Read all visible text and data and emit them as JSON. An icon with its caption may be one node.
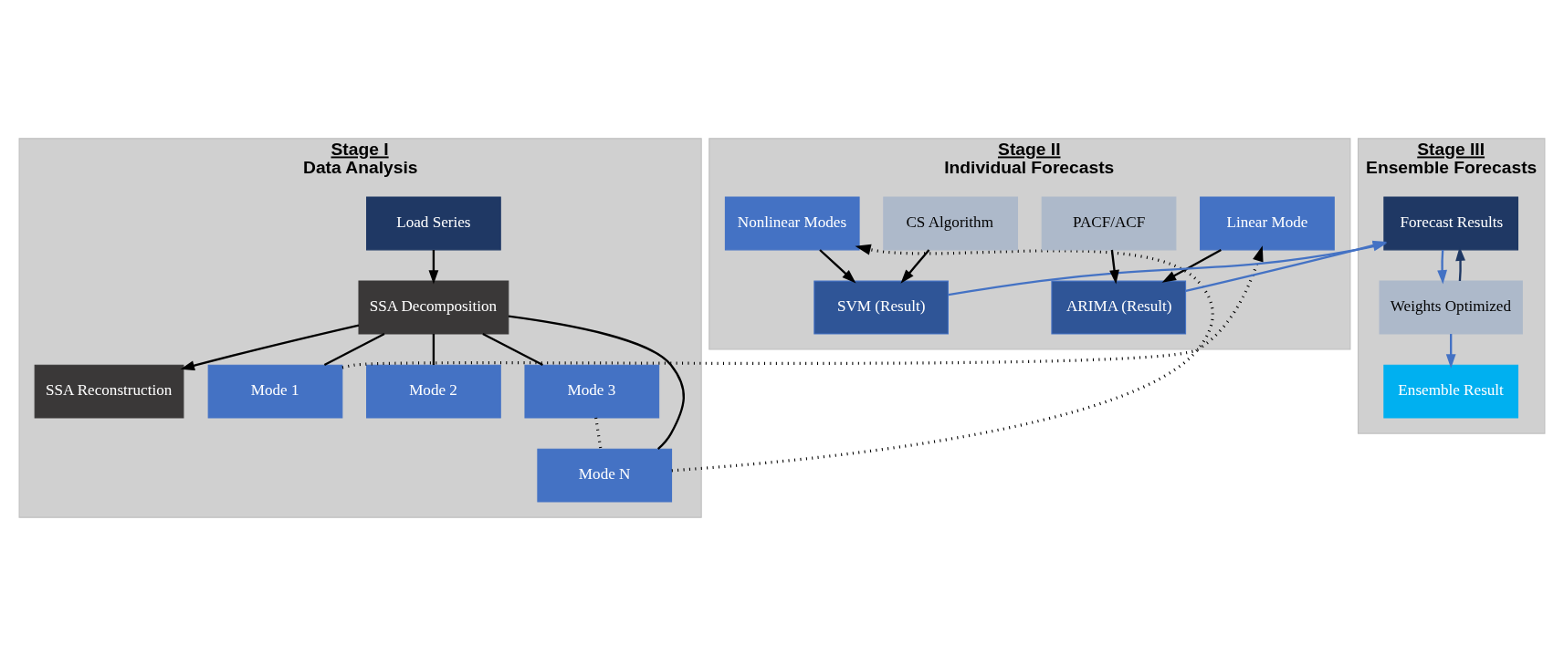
{
  "diagram": {
    "nodes": [
      {
        "text": [
          "Stage I",
          "Data Analysis"
        ]
      },
      {
        "text": [
          "Load Series"
        ],
        "in": 0
      },
      {
        "text": [
          "SSA Decomposition"
        ],
        "in": 0
      },
      {
        "text": [
          "SSA Reconstruction"
        ],
        "in": 0
      },
      {
        "text": [
          "Mode 1"
        ],
        "in": 0
      },
      {
        "text": [
          "Mode 2"
        ],
        "in": 0
      },
      {
        "text": [
          "Mode 3"
        ],
        "in": 0
      },
      {
        "text": [
          "Mode N"
        ],
        "in": 0
      },
      {
        "text": [
          "Stage II",
          "Individual Forecasts"
        ]
      },
      {
        "text": [
          "Linear Mode"
        ],
        "in": 8
      },
      {
        "text": [
          "CS Algorithm"
        ],
        "in": 8
      },
      {
        "text": [
          "ARIMA (Result)"
        ],
        "in": 8
      },
      {
        "text": [
          "SVM (Result)"
        ],
        "in": 8
      },
      {
        "text": [
          "PACF/ACF"
        ],
        "in": 8
      },
      {
        "text": [
          "Nonlinear Modes"
        ],
        "in": 8
      },
      {
        "text": [
          "Stage III",
          "Ensemble Forecasts"
        ]
      },
      {
        "text": [
          "Forecast Results"
        ],
        "in": 15
      },
      {
        "text": [
          "Weights Optimized"
        ],
        "in": 15
      },
      {
        "text": [
          "Ensemble Result"
        ],
        "in": 15
      }
    ],
    "edges": [
      {
        "from": 1,
        "to": 2,
        "arrow": "to"
      },
      {
        "from": 2,
        "to": 3,
        "arrow": "to"
      },
      {
        "from": 2,
        "to": 4,
        "arrow": "none"
      },
      {
        "from": 2,
        "to": 5,
        "arrow": "none"
      },
      {
        "from": 2,
        "to": 6,
        "arrow": "none"
      },
      {
        "from": 2,
        "to": 7,
        "arrow": "none"
      },
      {
        "from": 6,
        "to": 7,
        "arrow": "none",
        "style": "dashed"
      },
      {
        "from": 4,
        "to": 9,
        "arrow": "to",
        "style": "dashed"
      },
      {
        "from": 7,
        "to": 14,
        "arrow": "to",
        "style": "dashed"
      },
      {
        "from": 9,
        "to": 11,
        "arrow": "to"
      },
      {
        "from": 13,
        "to": 11,
        "arrow": "to"
      },
      {
        "from": 10,
        "to": 12,
        "arrow": "to"
      },
      {
        "from": 14,
        "to": 12,
        "arrow": "to"
      },
      {
        "from": 11,
        "to": 16,
        "arrow": "to",
        "color": "#4472c4"
      },
      {
        "from": 12,
        "to": 16,
        "arrow": "to",
        "color": "#4472c4"
      },
      {
        "from": 16,
        "to": 17,
        "arrow": "to",
        "color": "#4472c4"
      },
      {
        "from": 17,
        "to": 16,
        "arrow": "to",
        "color": "#1f3864"
      },
      {
        "from": 17,
        "to": 18,
        "arrow": "to",
        "color": "#4472c4"
      }
    ]
  }
}
